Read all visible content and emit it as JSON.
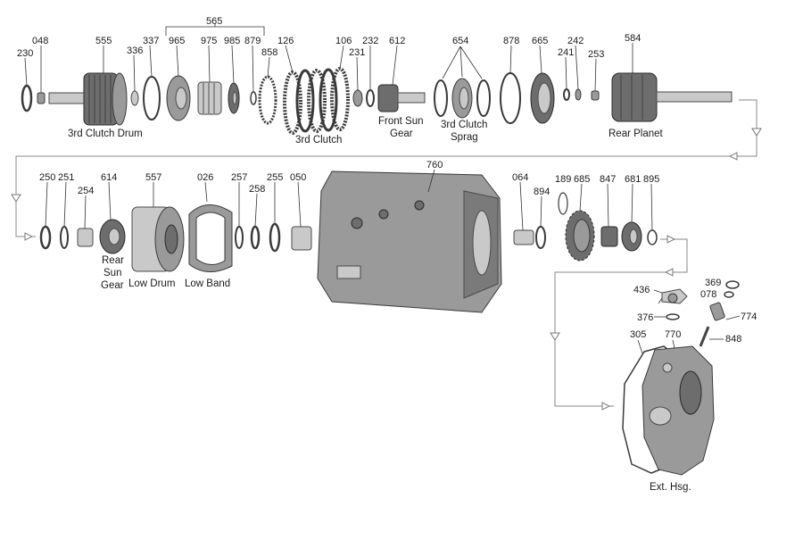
{
  "part_numbers": {
    "p230": "230",
    "p048": "048",
    "p555": "555",
    "p336": "336",
    "p337": "337",
    "p565": "565",
    "p965": "965",
    "p975": "975",
    "p985": "985",
    "p879": "879",
    "p858": "858",
    "p126": "126",
    "p106": "106",
    "p231": "231",
    "p232": "232",
    "p612": "612",
    "p654": "654",
    "p878": "878",
    "p665": "665",
    "p241": "241",
    "p242": "242",
    "p253": "253",
    "p584": "584",
    "p250": "250",
    "p251": "251",
    "p254": "254",
    "p614": "614",
    "p557": "557",
    "p026": "026",
    "p257": "257",
    "p258": "258",
    "p255": "255",
    "p050": "050",
    "p760": "760",
    "p064": "064",
    "p894": "894",
    "p189": "189",
    "p685": "685",
    "p847": "847",
    "p681": "681",
    "p895": "895",
    "p369": "369",
    "p436": "436",
    "p078": "078",
    "p774": "774",
    "p376": "376",
    "p848": "848",
    "p305": "305",
    "p770": "770"
  },
  "captions": {
    "clutch_drum": "3rd Clutch Drum",
    "clutch": "3rd Clutch",
    "front_sun_1": "Front Sun",
    "front_sun_2": "Gear",
    "sprag_1": "3rd Clutch",
    "sprag_2": "Sprag",
    "rear_planet": "Rear Planet",
    "rear_sun_1": "Rear",
    "rear_sun_2": "Sun",
    "rear_sun_3": "Gear",
    "low_drum": "Low  Drum",
    "low_band": "Low  Band",
    "ext_hsg": "Ext. Hsg."
  }
}
